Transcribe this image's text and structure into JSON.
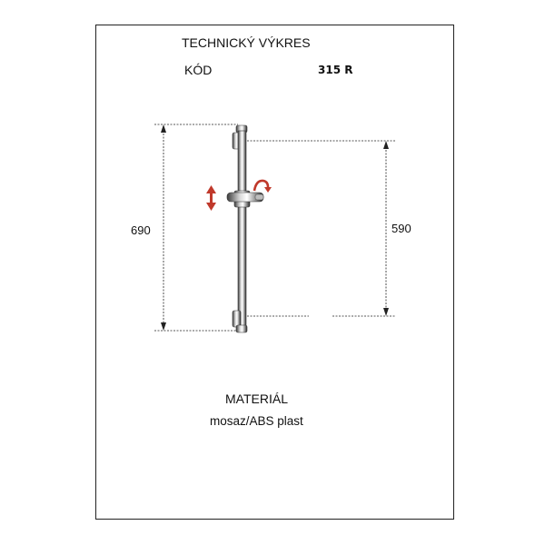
{
  "header": {
    "title": "TECHNICKÝ VÝKRES",
    "code_label": "KÓD",
    "code_value": "315 R"
  },
  "dimensions": {
    "total_height": "690",
    "mount_spacing": "590"
  },
  "material": {
    "label": "MATERIÁL",
    "value": "mosaz/ABS plast"
  },
  "colors": {
    "line": "#222222",
    "arrow": "#c0392b"
  },
  "icons": {
    "slide": "vertical-double-arrow-icon",
    "rotate": "rotate-arrow-icon"
  }
}
